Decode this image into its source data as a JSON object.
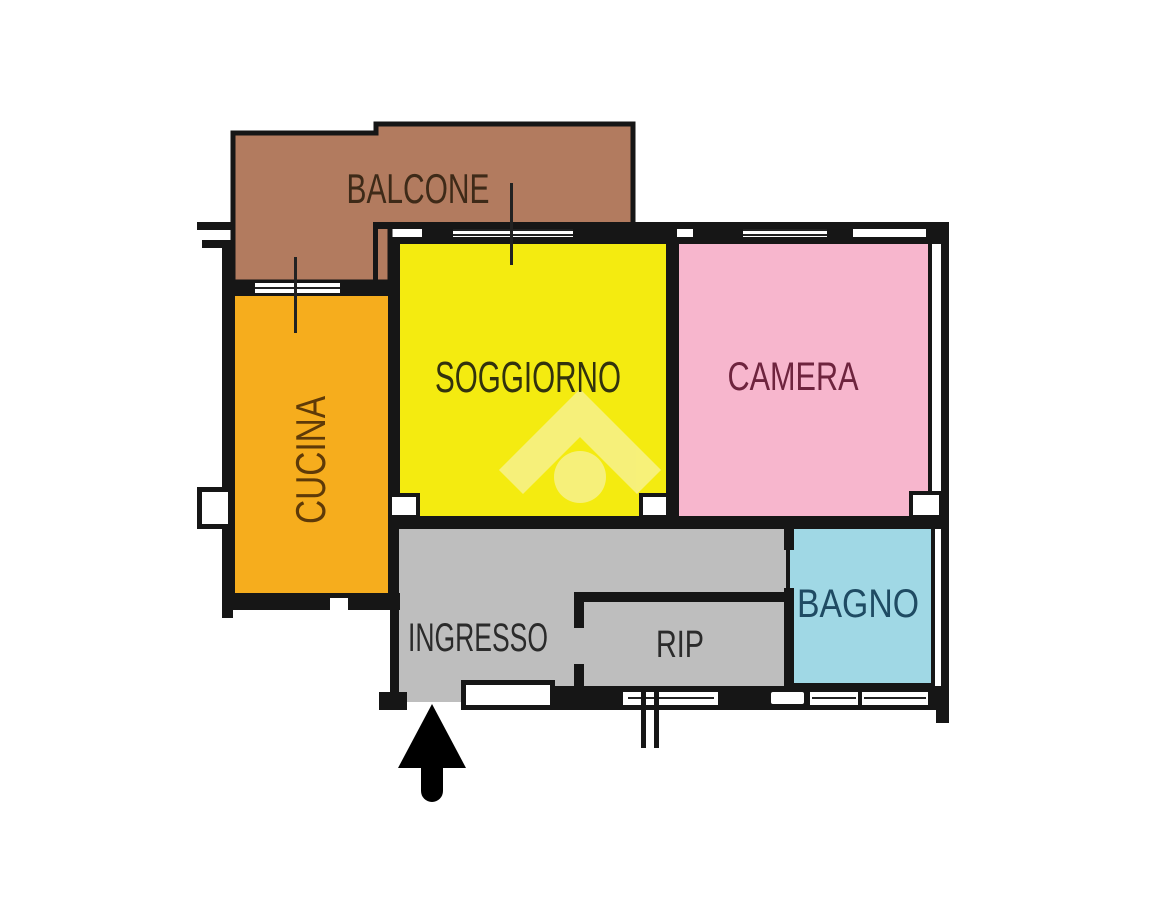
{
  "floorplan": {
    "title": "apartment-floor-plan",
    "background": "#FFFFFF",
    "wall_color": "#161616",
    "detail_line_color": "#222222",
    "watermark": {
      "color": "#F7F180"
    },
    "entrance_arrow": {
      "color": "#000000",
      "direction": "up"
    },
    "rooms": [
      {
        "id": "balcone",
        "label": "BALCONE",
        "fill": "#B27B5F",
        "text_color": "#3E2A18"
      },
      {
        "id": "cucina",
        "label": "CUCINA",
        "fill": "#F6AD1D",
        "text_color": "#5E3A08"
      },
      {
        "id": "soggiorno",
        "label": "SOGGIORNO",
        "fill": "#F4EB10",
        "text_color": "#32320E"
      },
      {
        "id": "camera",
        "label": "CAMERA",
        "fill": "#F7B6CD",
        "text_color": "#6E243E"
      },
      {
        "id": "ingresso",
        "label": "INGRESSO",
        "fill": "#BEBEBE",
        "text_color": "#2B2B2B"
      },
      {
        "id": "rip",
        "label": "RIP",
        "fill": "#BEBEBE",
        "text_color": "#2B2B2B"
      },
      {
        "id": "bagno",
        "label": "BAGNO",
        "fill": "#A0D8E5",
        "text_color": "#1F4B63"
      }
    ]
  }
}
